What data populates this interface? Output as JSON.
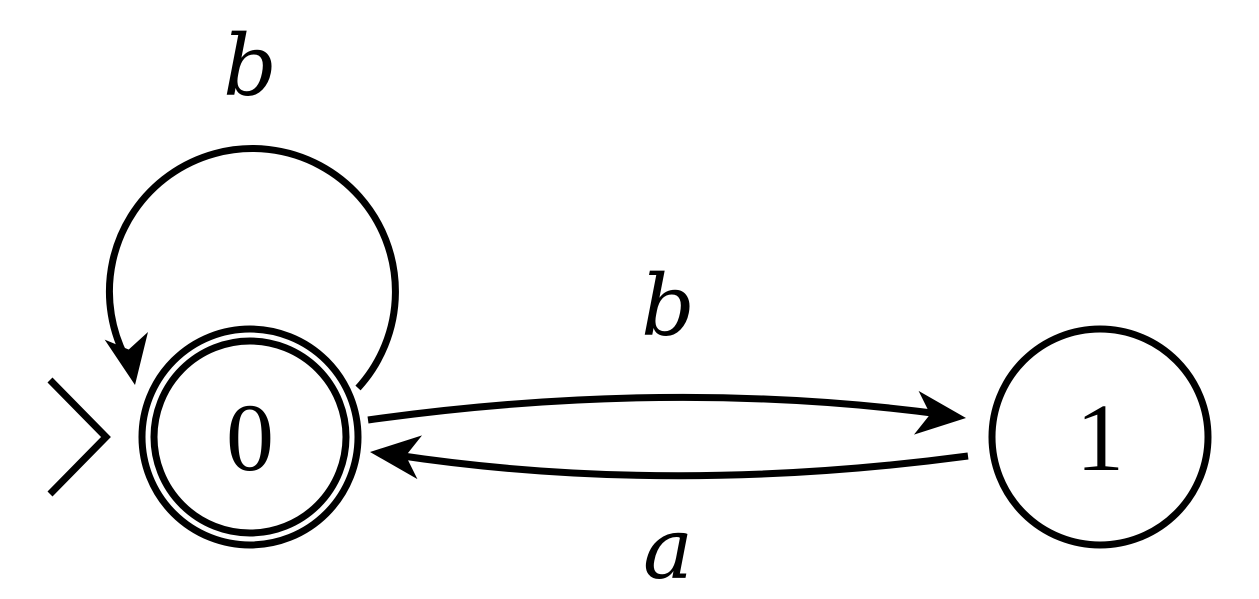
{
  "automaton": {
    "states": [
      {
        "id": "0",
        "label": "0",
        "initial": true,
        "accepting": true
      },
      {
        "id": "1",
        "label": "1",
        "initial": false,
        "accepting": false
      }
    ],
    "transitions": [
      {
        "from": "0",
        "to": "0",
        "label": "b"
      },
      {
        "from": "0",
        "to": "1",
        "label": "b"
      },
      {
        "from": "1",
        "to": "0",
        "label": "a"
      }
    ]
  },
  "colors": {
    "stroke": "#000000",
    "background": "#ffffff"
  }
}
